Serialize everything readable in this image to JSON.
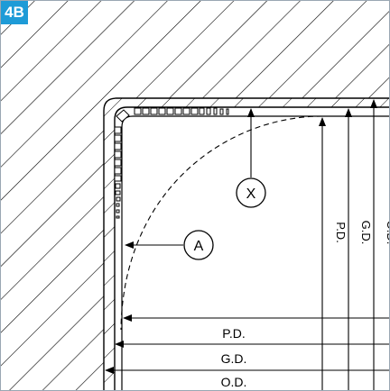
{
  "figure": {
    "badge": "4B",
    "badge_color": "#1e9bd7"
  },
  "callouts": {
    "x": "X",
    "a": "A"
  },
  "dimensions": {
    "pd": "P.D.",
    "gd": "G.D.",
    "od": "O.D."
  }
}
